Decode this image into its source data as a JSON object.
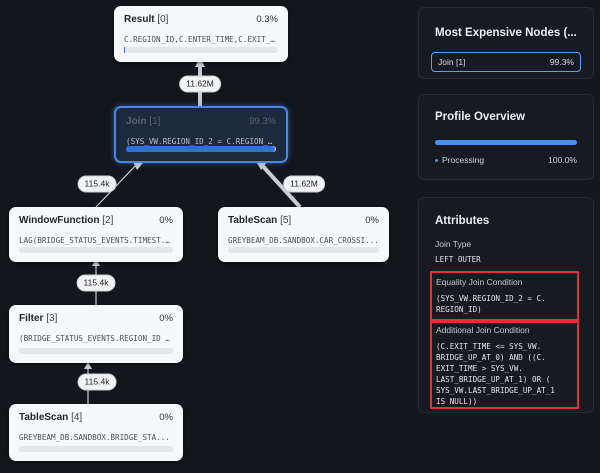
{
  "graph": {
    "nodes": {
      "result": {
        "title": "Result",
        "index": "[0]",
        "pct": "0.3%",
        "detail": "C.REGION_ID,C.ENTER_TIME,C.EXIT_TI...",
        "fill": 0.003
      },
      "join": {
        "title": "Join",
        "index": "[1]",
        "pct": "99.3%",
        "detail": "(SYS_VW.REGION_ID_2 = C.REGION_ID)",
        "fill": 0.993
      },
      "window": {
        "title": "WindowFunction",
        "index": "[2]",
        "pct": "0%",
        "detail": "LAG(BRIDGE_STATUS_EVENTS.TIMEST...",
        "fill": 0
      },
      "tablescan5": {
        "title": "TableScan",
        "index": "[5]",
        "pct": "0%",
        "detail": "GREYBEAM_DB.SANDBOX.CAR_CROSSI...",
        "fill": 0
      },
      "filter": {
        "title": "Filter",
        "index": "[3]",
        "pct": "0%",
        "detail": "(BRIDGE_STATUS_EVENTS.REGION_ID I...",
        "fill": 0
      },
      "tablescan4": {
        "title": "TableScan",
        "index": "[4]",
        "pct": "0%",
        "detail": "GREYBEAM_DB.SANDBOX.BRIDGE_STA...",
        "fill": 0
      }
    },
    "edges": {
      "join_result": "11.62M",
      "window_join": "115.4k",
      "scan5_join": "11.62M",
      "filter_window": "115.4k",
      "scan4_filter": "115.4k"
    }
  },
  "sidebar": {
    "expensive": {
      "title": "Most Expensive Nodes (...",
      "item_label": "Join [1]",
      "item_pct": "99.3%"
    },
    "profile": {
      "title": "Profile Overview",
      "label": "Processing",
      "value": "100.0%",
      "fill": 1.0
    },
    "attributes": {
      "title": "Attributes",
      "join_type_label": "Join Type",
      "join_type_value": "LEFT OUTER",
      "equality_label": "Equality Join Condition",
      "equality_value": "(SYS_VW.REGION_ID_2 = C.\nREGION_ID)",
      "additional_label": "Additional Join Condition",
      "additional_value": "(C.EXIT_TIME <= SYS_VW.\nBRIDGE_UP_AT_0) AND ((C.\nEXIT_TIME > SYS_VW.\nLAST_BRIDGE_UP_AT_1) OR (\nSYS_VW.LAST_BRIDGE_UP_AT_1\nIS NULL))"
    }
  },
  "colors": {
    "accent": "#4a86e8",
    "highlight": "#e0313a"
  }
}
